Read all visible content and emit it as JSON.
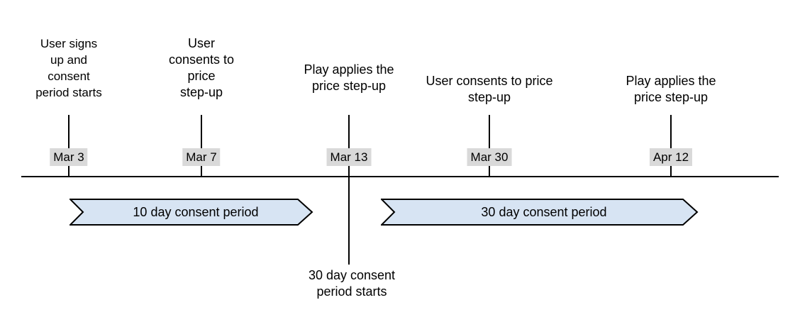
{
  "timeline": {
    "events": [
      {
        "label": "User signs\nup and\nconsent\nperiod starts",
        "date": "Mar 3"
      },
      {
        "label": "User\nconsents to\nprice\nstep-up",
        "date": "Mar 7"
      },
      {
        "label": "Play applies the\nprice step-up",
        "date": "Mar 13"
      },
      {
        "label": "User consents to price\nstep-up",
        "date": "Mar 30"
      },
      {
        "label": "Play applies the\nprice step-up",
        "date": "Apr 12"
      }
    ],
    "periods": [
      {
        "label": "10 day consent period"
      },
      {
        "label": "30 day consent period"
      }
    ],
    "note": {
      "label": "30 day consent\nperiod starts"
    }
  },
  "colors": {
    "period_fill": "#d7e4f3",
    "period_border": "#000000",
    "date_bg": "#d9d9d9",
    "line_color": "#000000",
    "text_color": "#000000"
  }
}
